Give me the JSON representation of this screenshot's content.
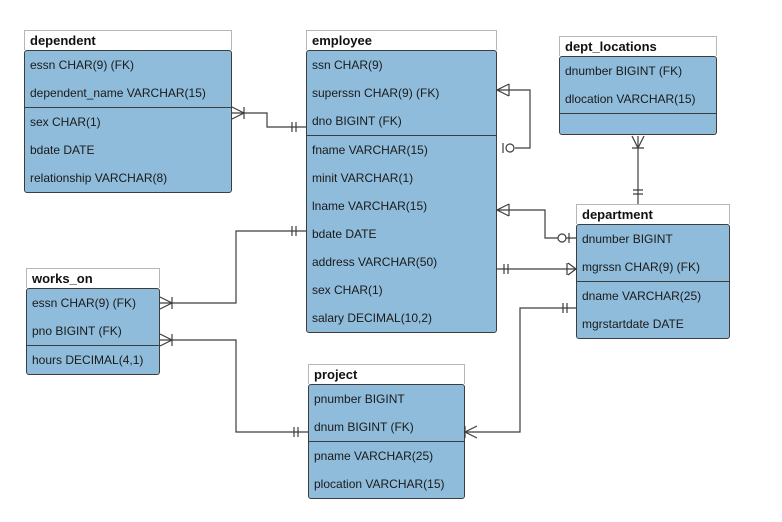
{
  "entities": {
    "dependent": {
      "title": "dependent",
      "key_rows": [
        "essn CHAR(9) (FK)",
        "dependent_name VARCHAR(15)"
      ],
      "attr_rows": [
        "sex CHAR(1)",
        "bdate DATE",
        "relationship VARCHAR(8)"
      ]
    },
    "employee": {
      "title": "employee",
      "key_rows": [
        "ssn CHAR(9)",
        "superssn CHAR(9) (FK)",
        "dno BIGINT (FK)"
      ],
      "attr_rows": [
        "fname VARCHAR(15)",
        "minit VARCHAR(1)",
        "lname VARCHAR(15)",
        "bdate DATE",
        "address VARCHAR(50)",
        "sex CHAR(1)",
        "salary DECIMAL(10,2)"
      ]
    },
    "dept_locations": {
      "title": "dept_locations",
      "key_rows": [
        "dnumber BIGINT (FK)",
        "dlocation VARCHAR(15)"
      ],
      "attr_rows": []
    },
    "department": {
      "title": "department",
      "key_rows": [
        "dnumber BIGINT",
        "mgrssn CHAR(9) (FK)"
      ],
      "attr_rows": [
        "dname VARCHAR(25)",
        "mgrstartdate DATE"
      ]
    },
    "works_on": {
      "title": "works_on",
      "key_rows": [
        "essn CHAR(9) (FK)",
        "pno BIGINT (FK)"
      ],
      "attr_rows": [
        "hours DECIMAL(4,1)"
      ]
    },
    "project": {
      "title": "project",
      "key_rows": [
        "pnumber BIGINT",
        "dnum BIGINT (FK)"
      ],
      "attr_rows": [
        "pname VARCHAR(25)",
        "plocation VARCHAR(15)"
      ]
    }
  },
  "colors": {
    "entity_fill": "#8fbcdb",
    "entity_border": "#3d3d3d",
    "line": "#3d3d3d"
  }
}
